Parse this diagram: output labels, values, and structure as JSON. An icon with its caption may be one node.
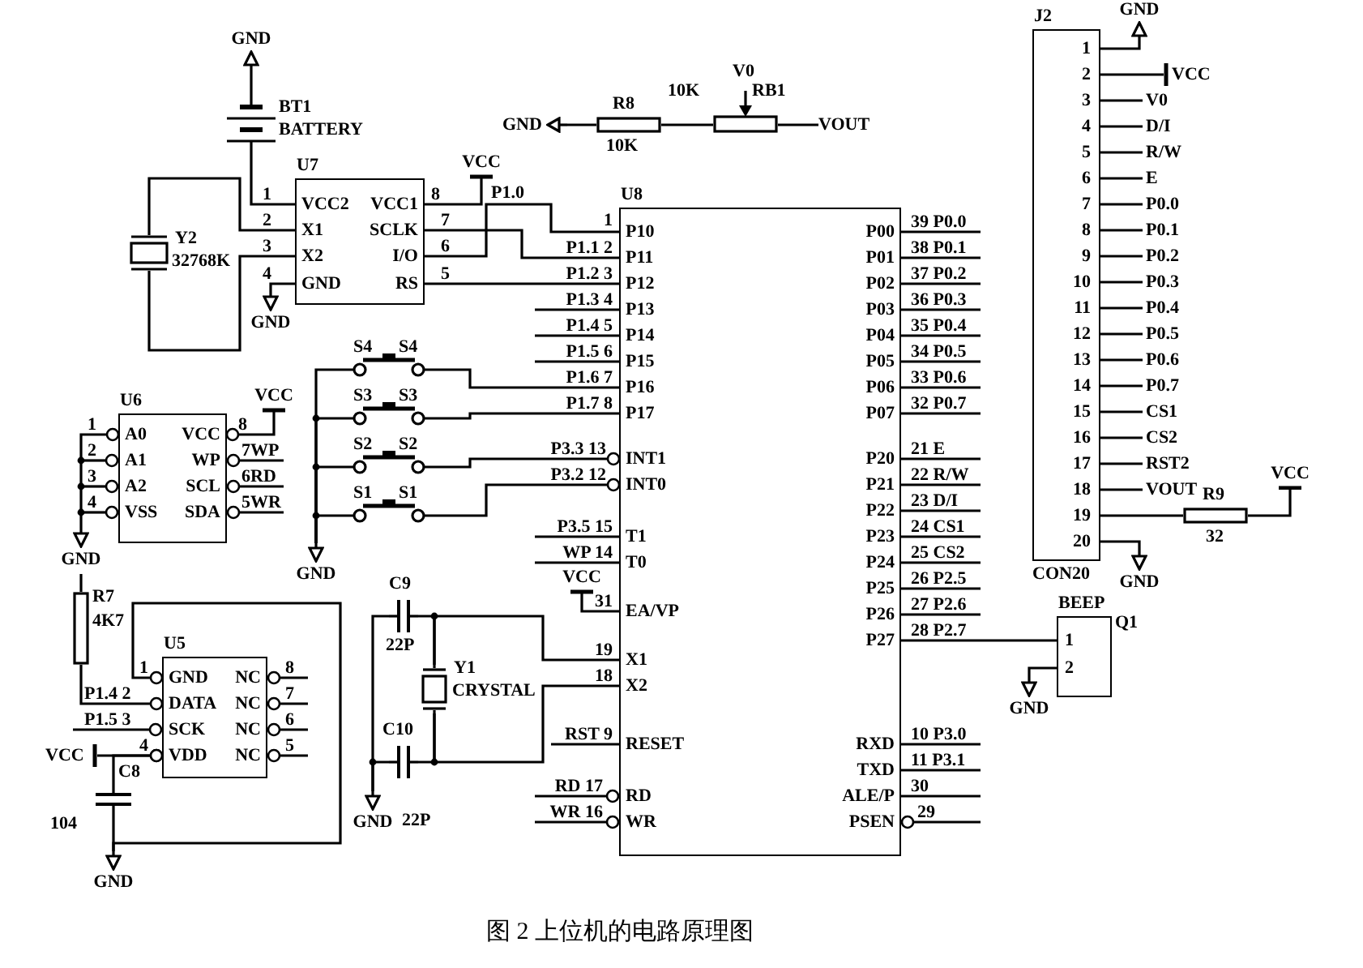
{
  "diagram": {
    "caption": "图 2 上位机的电路原理图",
    "nodes": [
      {
        "text": [
          "GND"
        ]
      },
      {
        "text": [],
        "shape": "battery",
        "beside": [
          "BT1",
          "BATTERY"
        ]
      },
      {
        "text": [
          "U7",
          "VCC2",
          "VCC1",
          "X1",
          "SCLK",
          "X2",
          "I/O",
          "GND",
          "RS"
        ],
        "beside": [
          "1",
          "2",
          "3",
          "4",
          "8",
          "7",
          "6",
          "5"
        ]
      },
      {
        "text": [],
        "shape": "crystal",
        "beside": [
          "Y2",
          "32768K"
        ]
      },
      {
        "text": [
          "GND"
        ]
      },
      {
        "text": [
          "VCC"
        ]
      },
      {
        "text": [
          "GND"
        ]
      },
      {
        "text": [],
        "shape": "resistor",
        "beside": [
          "R8",
          "10K"
        ]
      },
      {
        "text": [],
        "shape": "potentiometer",
        "beside": [
          "V0",
          "10K",
          "RB1"
        ]
      },
      {
        "text": [
          "VOUT"
        ]
      },
      {
        "text": [
          "U8",
          "P10",
          "P11",
          "P12",
          "P13",
          "P14",
          "P15",
          "P16",
          "P17",
          "INT1",
          "INT0",
          "T1",
          "T0",
          "EA/VP",
          "X1",
          "X2",
          "RESET",
          "RD",
          "WR",
          "P00",
          "P01",
          "P02",
          "P03",
          "P04",
          "P05",
          "P06",
          "P07",
          "P20",
          "P21",
          "P22",
          "P23",
          "P24",
          "P25",
          "P26",
          "P27",
          "RXD",
          "TXD",
          "ALE/P",
          "PSEN"
        ],
        "beside": [
          "1",
          "P1.1 2",
          "P1.2 3",
          "P1.3 4",
          "P1.4 5",
          "P1.5 6",
          "P1.6 7",
          "P1.7 8",
          "P3.3 13",
          "P3.2 12",
          "P3.5 15",
          "WP 14",
          "31",
          "19",
          "18",
          "RST 9",
          "RD 17",
          "WR 16",
          "39 P0.0",
          "38 P0.1",
          "37 P0.2",
          "36 P0.3",
          "35 P0.4",
          "34 P0.5",
          "33 P0.6",
          "32 P0.7",
          "21 E",
          "22 R/W",
          "23 D/I",
          "24 CS1",
          "25 CS2",
          "26 P2.5",
          "27 P2.6",
          "28 P2.7",
          "10 P3.0",
          "11 P3.1",
          "30",
          "29"
        ]
      },
      {
        "text": [
          "J2",
          "1",
          "2",
          "3",
          "4",
          "5",
          "6",
          "7",
          "8",
          "9",
          "10",
          "11",
          "12",
          "13",
          "14",
          "15",
          "16",
          "17",
          "18",
          "19",
          "20"
        ],
        "beside": [
          "CON20",
          "V0",
          "D/I",
          "R/W",
          "E",
          "P0.0",
          "P0.1",
          "P0.2",
          "P0.3",
          "P0.4",
          "P0.5",
          "P0.6",
          "P0.7",
          "CS1",
          "CS2",
          "RST2",
          "VOUT"
        ]
      },
      {
        "text": [
          "GND"
        ]
      },
      {
        "text": [
          "VCC"
        ]
      },
      {
        "text": [],
        "shape": "resistor",
        "beside": [
          "R9",
          "32"
        ]
      },
      {
        "text": [
          "VCC"
        ]
      },
      {
        "text": [
          "GND"
        ]
      },
      {
        "text": [
          "BEEP",
          "1",
          "2"
        ],
        "beside": [
          "Q1"
        ]
      },
      {
        "text": [
          "GND"
        ]
      },
      {
        "text": [
          "U6",
          "A0",
          "VCC",
          "A1",
          "WP",
          "A2",
          "SCL",
          "VSS",
          "SDA"
        ],
        "beside": [
          "1",
          "2",
          "3",
          "4",
          "8",
          "7WP",
          "6RD",
          "5WR"
        ]
      },
      {
        "text": [
          "VCC"
        ]
      },
      {
        "text": [
          "GND"
        ]
      },
      {
        "text": [],
        "shape": "switch",
        "beside": [
          "S4",
          "S4"
        ]
      },
      {
        "text": [],
        "shape": "switch",
        "beside": [
          "S3",
          "S3"
        ]
      },
      {
        "text": [],
        "shape": "switch",
        "beside": [
          "S2",
          "S2"
        ]
      },
      {
        "text": [],
        "shape": "switch",
        "beside": [
          "S1",
          "S1"
        ]
      },
      {
        "text": [
          "GND"
        ]
      },
      {
        "text": [],
        "shape": "resistor",
        "beside": [
          "R7",
          "4K7"
        ]
      },
      {
        "text": [
          "U5",
          "GND",
          "NC",
          "DATA",
          "NC",
          "SCK",
          "NC",
          "VDD",
          "NC"
        ],
        "beside": [
          "1",
          "P1.4 2",
          "P1.5 3",
          "4",
          "8",
          "7",
          "6",
          "5"
        ]
      },
      {
        "text": [
          "VCC"
        ]
      },
      {
        "text": [],
        "shape": "capacitor",
        "beside": [
          "C8",
          "104"
        ]
      },
      {
        "text": [
          "GND"
        ]
      },
      {
        "text": [],
        "shape": "capacitor",
        "beside": [
          "C9",
          "22P"
        ]
      },
      {
        "text": [],
        "shape": "crystal",
        "beside": [
          "Y1",
          "CRYSTAL"
        ]
      },
      {
        "text": [],
        "shape": "capacitor",
        "beside": [
          "C10",
          "22P"
        ]
      },
      {
        "text": [
          "GND"
        ]
      },
      {
        "text": [
          "VCC"
        ]
      }
    ],
    "edges": [
      {
        "from": 0,
        "to": 1,
        "arrow": "none"
      },
      {
        "from": 1,
        "to": 2,
        "arrow": "none"
      },
      {
        "from": 3,
        "to": 2,
        "arrow": "none"
      },
      {
        "from": 3,
        "to": 2,
        "arrow": "none"
      },
      {
        "from": 2,
        "to": 4,
        "arrow": "none"
      },
      {
        "from": 2,
        "to": 5,
        "arrow": "none"
      },
      {
        "from": 2,
        "to": 10,
        "arrow": "none"
      },
      {
        "from": 2,
        "to": 10,
        "arrow": "none"
      },
      {
        "from": 2,
        "to": 10,
        "arrow": "none"
      },
      {
        "from": 6,
        "to": 7,
        "arrow": "none"
      },
      {
        "from": 7,
        "to": 8,
        "arrow": "none"
      },
      {
        "from": 8,
        "to": 9,
        "arrow": "none"
      },
      {
        "from": 11,
        "to": 12,
        "arrow": "none"
      },
      {
        "from": 11,
        "to": 13,
        "arrow": "none"
      },
      {
        "from": 11,
        "to": 14,
        "arrow": "none"
      },
      {
        "from": 14,
        "to": 15,
        "arrow": "none"
      },
      {
        "from": 11,
        "to": 16,
        "arrow": "none"
      },
      {
        "from": 10,
        "to": 17,
        "arrow": "none"
      },
      {
        "from": 17,
        "to": 18,
        "arrow": "none"
      },
      {
        "from": 20,
        "to": 19,
        "arrow": "other"
      },
      {
        "from": 21,
        "to": 19,
        "arrow": "other"
      },
      {
        "from": 22,
        "to": 10,
        "arrow": "none"
      },
      {
        "from": 23,
        "to": 10,
        "arrow": "none"
      },
      {
        "from": 24,
        "to": 10,
        "arrow": "other"
      },
      {
        "from": 25,
        "to": 10,
        "arrow": "other"
      },
      {
        "from": 22,
        "to": 26,
        "arrow": "none"
      },
      {
        "from": 23,
        "to": 26,
        "arrow": "none"
      },
      {
        "from": 24,
        "to": 26,
        "arrow": "none"
      },
      {
        "from": 25,
        "to": 26,
        "arrow": "none"
      },
      {
        "from": 21,
        "to": 27,
        "arrow": "none"
      },
      {
        "from": 27,
        "to": 28,
        "arrow": "other"
      },
      {
        "from": 31,
        "to": 28,
        "arrow": "other"
      },
      {
        "from": 29,
        "to": 28,
        "arrow": "other"
      },
      {
        "from": 30,
        "to": 28,
        "arrow": "other"
      },
      {
        "from": 30,
        "to": 31,
        "arrow": "none"
      },
      {
        "from": 32,
        "to": 33,
        "arrow": "none"
      },
      {
        "from": 33,
        "to": 34,
        "arrow": "none"
      },
      {
        "from": 32,
        "to": 35,
        "arrow": "none"
      },
      {
        "from": 34,
        "to": 35,
        "arrow": "none"
      },
      {
        "from": 33,
        "to": 10,
        "arrow": "none"
      },
      {
        "from": 33,
        "to": 10,
        "arrow": "none"
      },
      {
        "from": 36,
        "to": 10,
        "arrow": "none"
      }
    ],
    "labels": [
      "P1.0"
    ]
  }
}
